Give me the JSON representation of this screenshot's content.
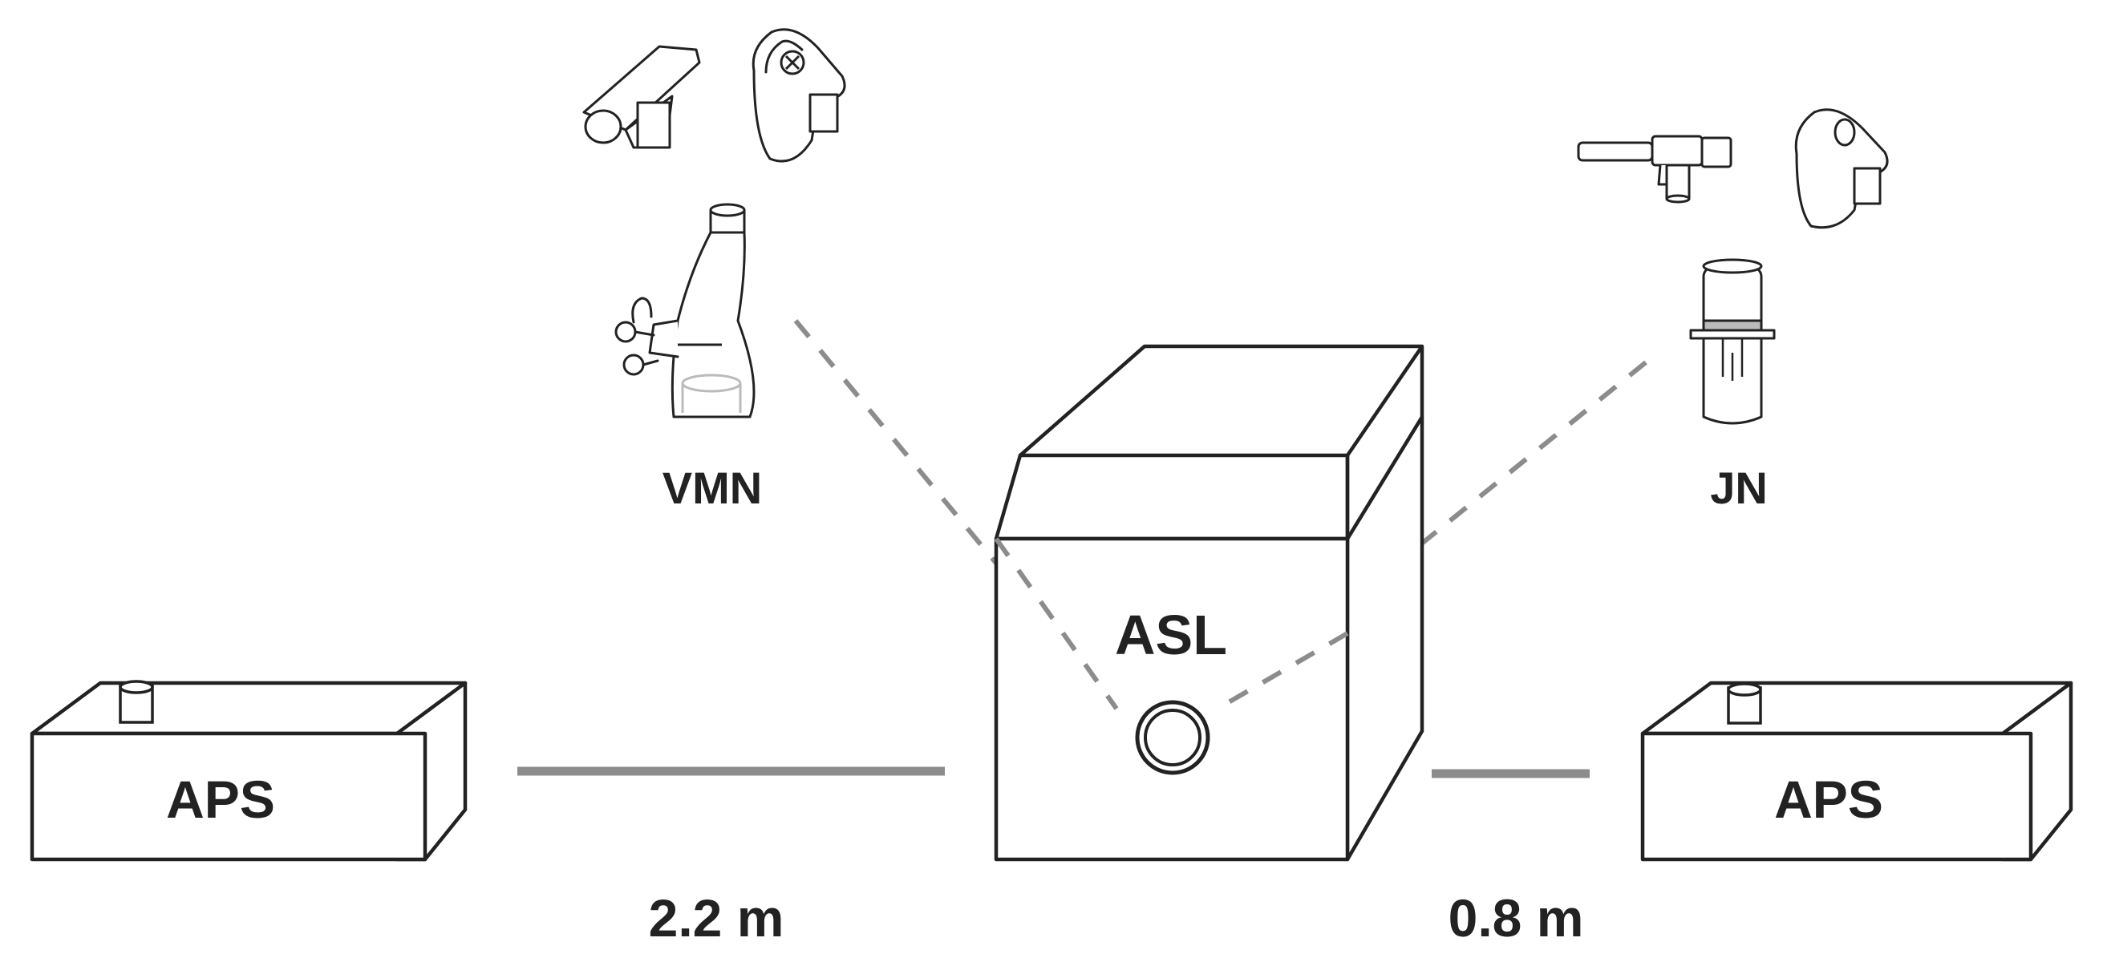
{
  "labels": {
    "vmn": "VMN",
    "jn": "JN",
    "asl": "ASL",
    "aps_left": "APS",
    "aps_right": "APS",
    "distance_left": "2.2 m",
    "distance_right": "0.8 m"
  },
  "colors": {
    "outline": "#222222",
    "connector": "#8c8c8c",
    "background": "#ffffff"
  }
}
